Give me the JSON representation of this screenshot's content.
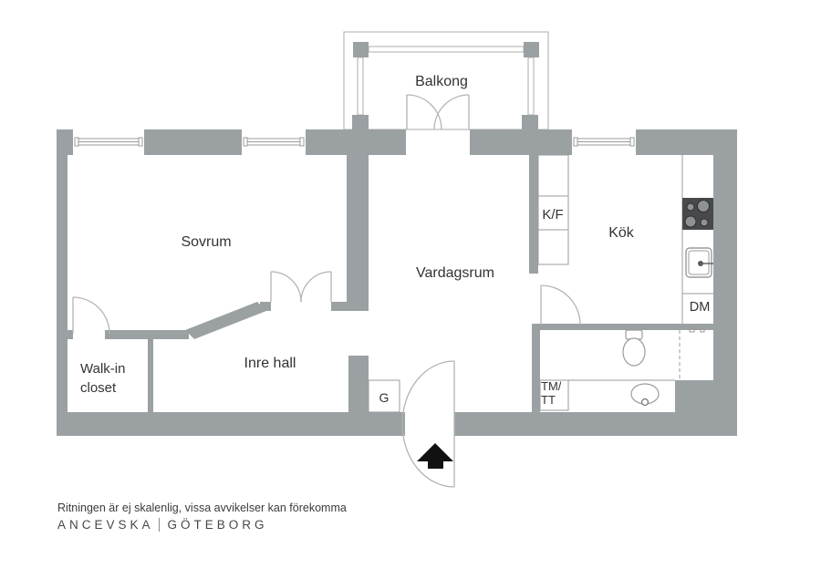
{
  "title": "Apartment floor plan",
  "rooms": {
    "balcony": "Balkong",
    "bedroom": "Sovrum",
    "living_room": "Vardagsrum",
    "kitchen": "Kök",
    "inner_hall": "Inre hall",
    "walkin_line1": "Walk-in",
    "walkin_line2": "closet"
  },
  "fixtures": {
    "fridge_freezer": "K/F",
    "wardrobe": "G",
    "laundry_line1": "TM/",
    "laundry_line2": "TT",
    "dishwasher": "DM"
  },
  "footer": {
    "disclaimer": "Ritningen är ej skalenlig, vissa avvikelser kan förekomma",
    "brand_left": "ANCEVSKA",
    "brand_right": "GÖTEBORG"
  },
  "icons": {
    "entrance_arrow": "up-arrow-entrance-marker",
    "stove": "four-burner-cooktop",
    "kitchen_sink": "kitchen-sink",
    "toilet": "toilet",
    "washbasin": "washbasin",
    "floor_drain": "floor-drain",
    "shower_zone": "dashed-shower-boundary"
  },
  "colors": {
    "wall": "#9ba0a3",
    "stove": "#47494b",
    "burner": "#8f9294",
    "line": "#9b9b9b",
    "door": "#b3b3b3",
    "ink": "#333333",
    "arrow": "#111111"
  }
}
